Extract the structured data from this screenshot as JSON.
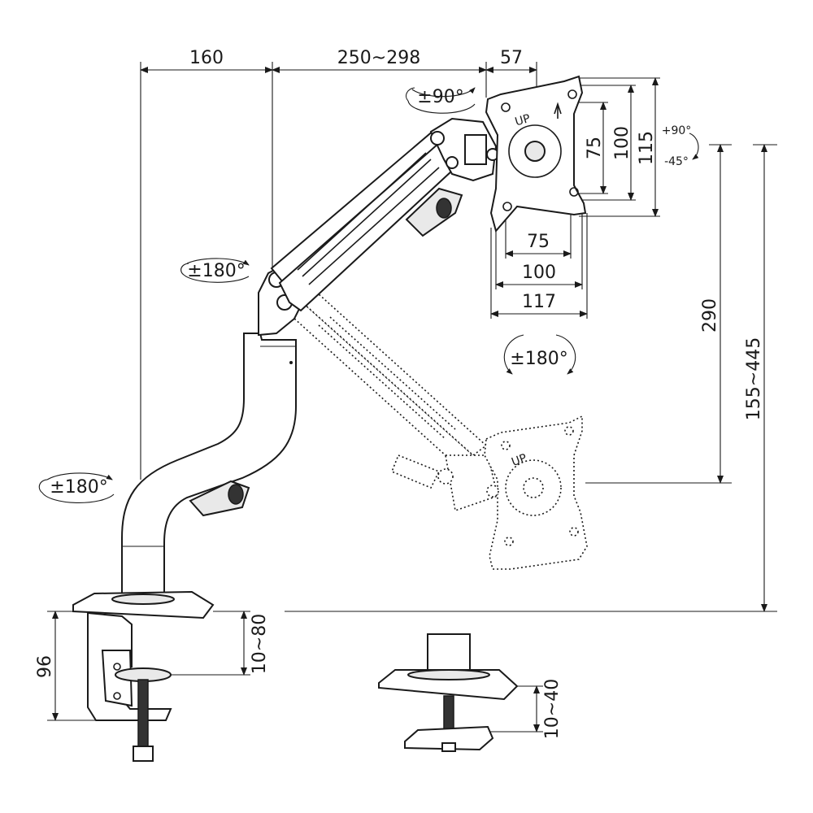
{
  "dimensions": {
    "clamp_to_pole": "160",
    "arm_reach": "250~298",
    "vesa_offset": "57",
    "vesa_75_vertical": "75",
    "vesa_100_vertical": "100",
    "plate_height": "115",
    "vesa_75_horizontal": "75",
    "vesa_100_horizontal": "100",
    "plate_width": "117",
    "vertical_travel": "290",
    "height_range": "155~445",
    "clamp_height": "96",
    "desk_thickness_clamp": "10~80",
    "desk_thickness_grommet": "10~40"
  },
  "rotations": {
    "plate_rotation": "±90°",
    "elbow_rotation": "±180°",
    "base_rotation": "±180°",
    "tilt_up": "+90°",
    "tilt_down": "-45°",
    "swivel": "±180°"
  },
  "labels": {
    "plate_up": "UP",
    "plate_up_lower": "UP"
  }
}
